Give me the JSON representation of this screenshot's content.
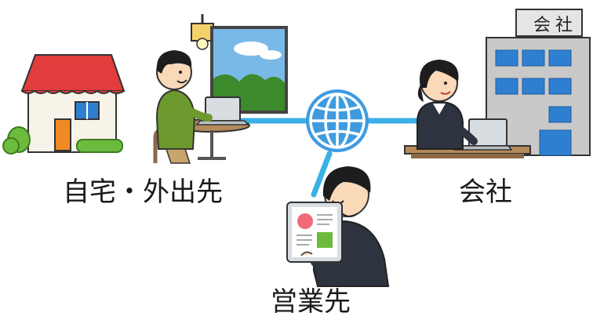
{
  "labels": {
    "home": "自宅・外出先",
    "office": "会社",
    "client": "営業先"
  },
  "building_sign": [
    "会",
    "社"
  ],
  "colors": {
    "network_line": "#3ab0e6",
    "globe": "#3f9be0",
    "roof": "#e23c3c",
    "house_wall": "#f7f3e8",
    "building": "#c9c9c9",
    "window": "#2f7fd0",
    "door": "#f08a24",
    "bush": "#6dbb3e",
    "sweater": "#6c9a2e",
    "suit": "#2e3340",
    "skin": "#f9d9b8",
    "hair": "#1d1d1d",
    "desk": "#b48a5c",
    "sky": "#79b9e8",
    "tablet_pie": "#f06a7a"
  },
  "icons": [
    "house-icon",
    "globe-icon",
    "office-building-icon",
    "laptop-icon",
    "tablet-icon",
    "lamp-icon",
    "window-icon"
  ]
}
